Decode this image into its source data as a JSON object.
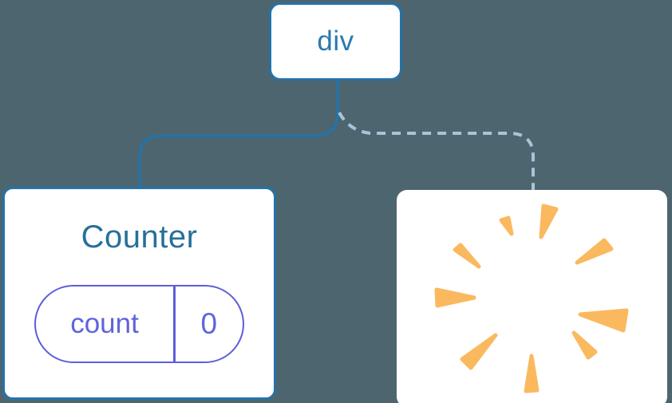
{
  "tree": {
    "root": {
      "label": "div"
    },
    "children": [
      {
        "title": "Counter",
        "connector": "solid",
        "state": {
          "name": "count",
          "value": "0"
        }
      },
      {
        "connector": "dashed",
        "icon": "poof-burst-icon"
      }
    ]
  },
  "colors": {
    "background": "#4D656E",
    "node_border": "#2573A7",
    "root_label_text": "#2B79AE",
    "counter_title_text": "#27709A",
    "state_accent": "#5C5FD9",
    "state_text": "#5F64DC",
    "dashed_connector": "#A6C5DB",
    "poof": "#FAB95F",
    "card_background": "#FFFFFF"
  }
}
